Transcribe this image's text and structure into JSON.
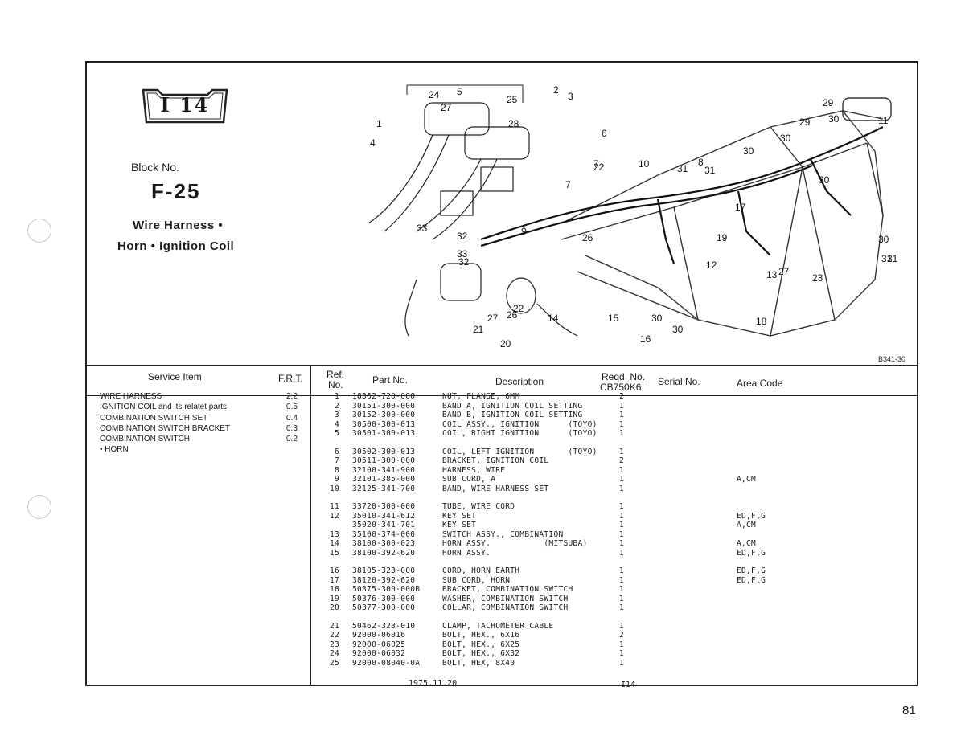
{
  "chip": {
    "label": "I 14"
  },
  "block": {
    "label": "Block No.",
    "code": "F-25"
  },
  "title": {
    "line1": "Wire Harness •",
    "line2": "Horn • Ignition Coil"
  },
  "figure_code": "B341-30",
  "diagram_callouts": [
    "1",
    "2",
    "3",
    "4",
    "5",
    "6",
    "7",
    "7",
    "8",
    "9",
    "10",
    "11",
    "12",
    "13",
    "14",
    "15",
    "16",
    "17",
    "18",
    "19",
    "20",
    "21",
    "22",
    "22",
    "23",
    "24",
    "25",
    "26",
    "26",
    "27",
    "27",
    "27",
    "28",
    "29",
    "29",
    "30",
    "30",
    "30",
    "30",
    "30",
    "30",
    "30",
    "31",
    "31",
    "31",
    "31",
    "32",
    "32",
    "33",
    "33"
  ],
  "service_header": {
    "item": "Service Item",
    "frt": "F.R.T."
  },
  "service_items": [
    {
      "name": "WIRE HARNESS",
      "frt": "2.2"
    },
    {
      "name": "IGNITION COIL and its relatet parts",
      "frt": "0.5"
    },
    {
      "name": "COMBINATION SWITCH SET",
      "frt": "0.4"
    },
    {
      "name": "COMBINATION SWITCH BRACKET",
      "frt": "0.3"
    },
    {
      "name": "COMBINATION SWITCH",
      "frt": "0.2"
    },
    {
      "name": "• HORN",
      "frt": ""
    }
  ],
  "parts_header": {
    "ref_1": "Ref.",
    "ref_2": "No.",
    "part": "Part No.",
    "desc": "Description",
    "reqd_1": "Reqd. No.",
    "reqd_2": "CB750K6",
    "serial": "Serial No.",
    "area": "Area Code"
  },
  "parts": [
    {
      "ref": "1",
      "part": "18362-720-000",
      "desc": "NUT, FLANGE, 6MM",
      "qty": "2",
      "area": ""
    },
    {
      "ref": "2",
      "part": "30151-300-000",
      "desc": "BAND A, IGNITION COIL SETTING",
      "qty": "1",
      "area": ""
    },
    {
      "ref": "3",
      "part": "30152-300-000",
      "desc": "BAND B, IGNITION COIL SETTING",
      "qty": "1",
      "area": ""
    },
    {
      "ref": "4",
      "part": "30500-300-013",
      "desc": "COIL ASSY., IGNITION      (TOYO)",
      "qty": "1",
      "area": ""
    },
    {
      "ref": "5",
      "part": "30501-300-013",
      "desc": "COIL, RIGHT IGNITION      (TOYO)",
      "qty": "1",
      "area": ""
    },
    {
      "ref": "6",
      "part": "30502-300-013",
      "desc": "COIL, LEFT IGNITION       (TOYO)",
      "qty": "1",
      "area": ""
    },
    {
      "ref": "7",
      "part": "30511-300-000",
      "desc": "BRACKET, IGNITION COIL",
      "qty": "2",
      "area": ""
    },
    {
      "ref": "8",
      "part": "32100-341-900",
      "desc": "HARNESS, WIRE",
      "qty": "1",
      "area": ""
    },
    {
      "ref": "9",
      "part": "32101-385-000",
      "desc": "SUB CORD, A",
      "qty": "1",
      "area": "A,CM"
    },
    {
      "ref": "10",
      "part": "32125-341-700",
      "desc": "BAND, WIRE HARNESS SET",
      "qty": "1",
      "area": ""
    },
    {
      "ref": "11",
      "part": "33720-300-000",
      "desc": "TUBE, WIRE CORD",
      "qty": "1",
      "area": ""
    },
    {
      "ref": "12",
      "part": "35010-341-612",
      "desc": "KEY SET",
      "qty": "1",
      "area": "ED,F,G"
    },
    {
      "ref": "",
      "part": "35020-341-701",
      "desc": "KEY SET",
      "qty": "1",
      "area": "A,CM"
    },
    {
      "ref": "13",
      "part": "35100-374-000",
      "desc": "SWITCH ASSY., COMBINATION",
      "qty": "1",
      "area": ""
    },
    {
      "ref": "14",
      "part": "38100-300-023",
      "desc": "HORN ASSY.           (MITSUBA)",
      "qty": "1",
      "area": "A,CM"
    },
    {
      "ref": "15",
      "part": "38100-392-620",
      "desc": "HORN ASSY.",
      "qty": "1",
      "area": "ED,F,G"
    },
    {
      "ref": "16",
      "part": "38105-323-000",
      "desc": "CORD, HORN EARTH",
      "qty": "1",
      "area": "ED,F,G"
    },
    {
      "ref": "17",
      "part": "38120-392-620",
      "desc": "SUB CORD, HORN",
      "qty": "1",
      "area": "ED,F,G"
    },
    {
      "ref": "18",
      "part": "50375-300-000B",
      "desc": "BRACKET, COMBINATION SWITCH",
      "qty": "1",
      "area": ""
    },
    {
      "ref": "19",
      "part": "50376-300-000",
      "desc": "WASHER, COMBINATION SWITCH",
      "qty": "1",
      "area": ""
    },
    {
      "ref": "20",
      "part": "50377-300-000",
      "desc": "COLLAR, COMBINATION SWITCH",
      "qty": "1",
      "area": ""
    },
    {
      "ref": "21",
      "part": "50462-323-010",
      "desc": "CLAMP, TACHOMETER CABLE",
      "qty": "1",
      "area": ""
    },
    {
      "ref": "22",
      "part": "92000-06016",
      "desc": "BOLT, HEX., 6X16",
      "qty": "2",
      "area": ""
    },
    {
      "ref": "23",
      "part": "92000-06025",
      "desc": "BOLT, HEX., 6X25",
      "qty": "1",
      "area": ""
    },
    {
      "ref": "24",
      "part": "92000-06032",
      "desc": "BOLT, HEX., 6X32",
      "qty": "1",
      "area": ""
    },
    {
      "ref": "25",
      "part": "92000-08040-0A",
      "desc": "BOLT, HEX, 8X40",
      "qty": "1",
      "area": ""
    }
  ],
  "footer": {
    "date": "1975.11.20",
    "code": "I14"
  },
  "page_number": "81"
}
